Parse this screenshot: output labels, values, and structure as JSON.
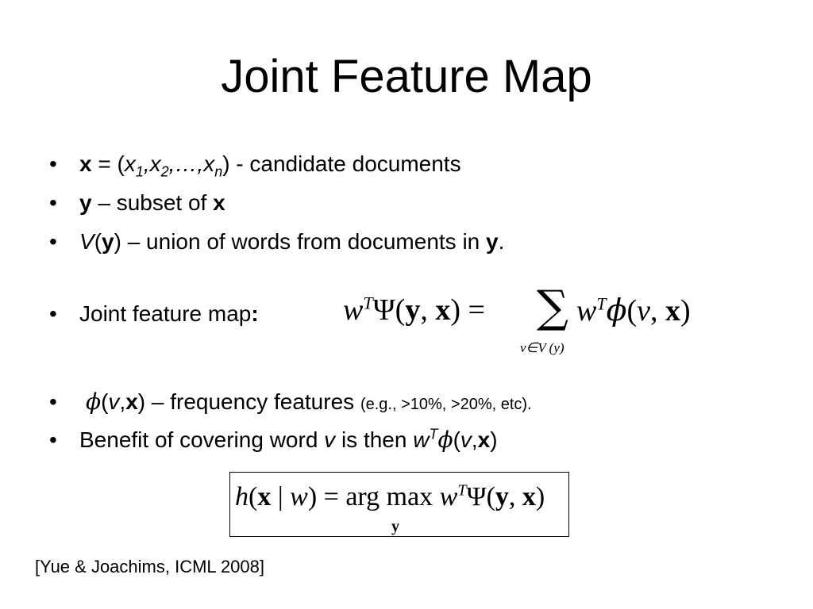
{
  "title": "Joint Feature Map",
  "bullet_char": "•",
  "bullets": {
    "b1": {
      "x": "x",
      "eq": " = (",
      "x1": "x",
      "s1": "1",
      "comma1": ",",
      "x2": "x",
      "s2": "2",
      "dots": ",…,",
      "xn": "x",
      "sn": "n",
      "tail": ") - candidate documents"
    },
    "b2": {
      "y": "y",
      "mid": " – subset of ",
      "x": "x"
    },
    "b3": {
      "V": "V",
      "open": "(",
      "y": "y",
      "tail": ") – union of words from documents in ",
      "y2": "y",
      "period": "."
    },
    "b4": {
      "label": "Joint feature map",
      "colon": ":"
    },
    "b5": {
      "phi": "ϕ",
      "open": "(",
      "v": "v",
      "comma": ",",
      "x": "x",
      "tail": ") – frequency features ",
      "small": "(e.g., >10%, >20%, etc)."
    },
    "b6": {
      "pre": "Benefit of covering word ",
      "v": "v",
      "mid": " is then ",
      "w": "w",
      "T": "T",
      "phi": "ϕ",
      "open": "(",
      "v2": "v",
      "comma": ",",
      "x": "x",
      "close": ")"
    }
  },
  "formula1": {
    "lhs_w": "w",
    "lhs_T": "T",
    "lhs_psi": "Ψ(",
    "lhs_y": "y",
    "lhs_comma": ", ",
    "lhs_x": "x",
    "lhs_close": ") =",
    "sum": "∑",
    "sub": "v∈V (y)",
    "rhs_w": "w",
    "rhs_T": "T",
    "rhs_phi": "ϕ",
    "rhs_open": "(",
    "rhs_v": "v",
    "rhs_comma": ", ",
    "rhs_x": "x",
    "rhs_close": ")"
  },
  "formula2": {
    "h": "h",
    "open": "(",
    "x": "x",
    "bar": " | ",
    "w": "w",
    "close": ") = ",
    "argmax": "arg max ",
    "w2": "w",
    "T": "T",
    "psi": "Ψ(",
    "y": "y",
    "comma": ", ",
    "x2": "x",
    "close2": ")",
    "under": "y"
  },
  "citation": "[Yue & Joachims, ICML 2008]"
}
